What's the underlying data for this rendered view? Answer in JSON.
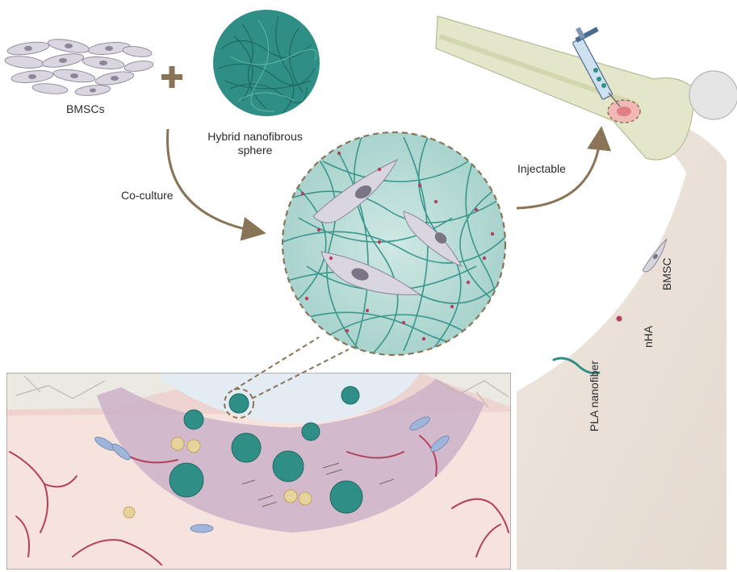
{
  "labels": {
    "bmscs": "BMSCs",
    "sphere": "Hybrid nanofibrous sphere",
    "coculture": "Co-culture",
    "injectable": "Injectable"
  },
  "legend": {
    "bmsc": "BMSC",
    "nha": "nHA",
    "pla_nanofiber": "PLA nanofiber"
  },
  "colors": {
    "nanofiber": "#2f8f86",
    "nha": "#b0405e",
    "cell": "#d9d6df",
    "arrow": "#8a7457",
    "tissue": "#f4dcd6",
    "vessel": "#b2415b",
    "bone": "#e3e6c8"
  }
}
